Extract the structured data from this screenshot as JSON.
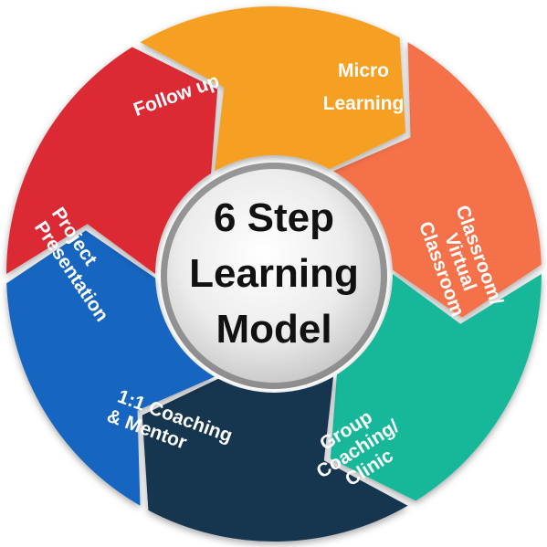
{
  "center": {
    "lines": [
      "6 Step",
      "Learning",
      "Model"
    ]
  },
  "steps": [
    {
      "lines": [
        "Micro",
        "Learning"
      ],
      "color": "#f4714a"
    },
    {
      "lines": [
        "Classroom/",
        "Virtual",
        "Classroom"
      ],
      "color": "#16b899"
    },
    {
      "lines": [
        "Group",
        "Coaching/",
        "Clinic"
      ],
      "color": "#14344f"
    },
    {
      "lines": [
        "1:1 Coaching",
        "& Mentor"
      ],
      "color": "#1565c0"
    },
    {
      "lines": [
        "Project",
        "Presentation"
      ],
      "color": "#dc2a36"
    },
    {
      "lines": [
        "Follow up"
      ],
      "color": "#f5a020"
    }
  ]
}
